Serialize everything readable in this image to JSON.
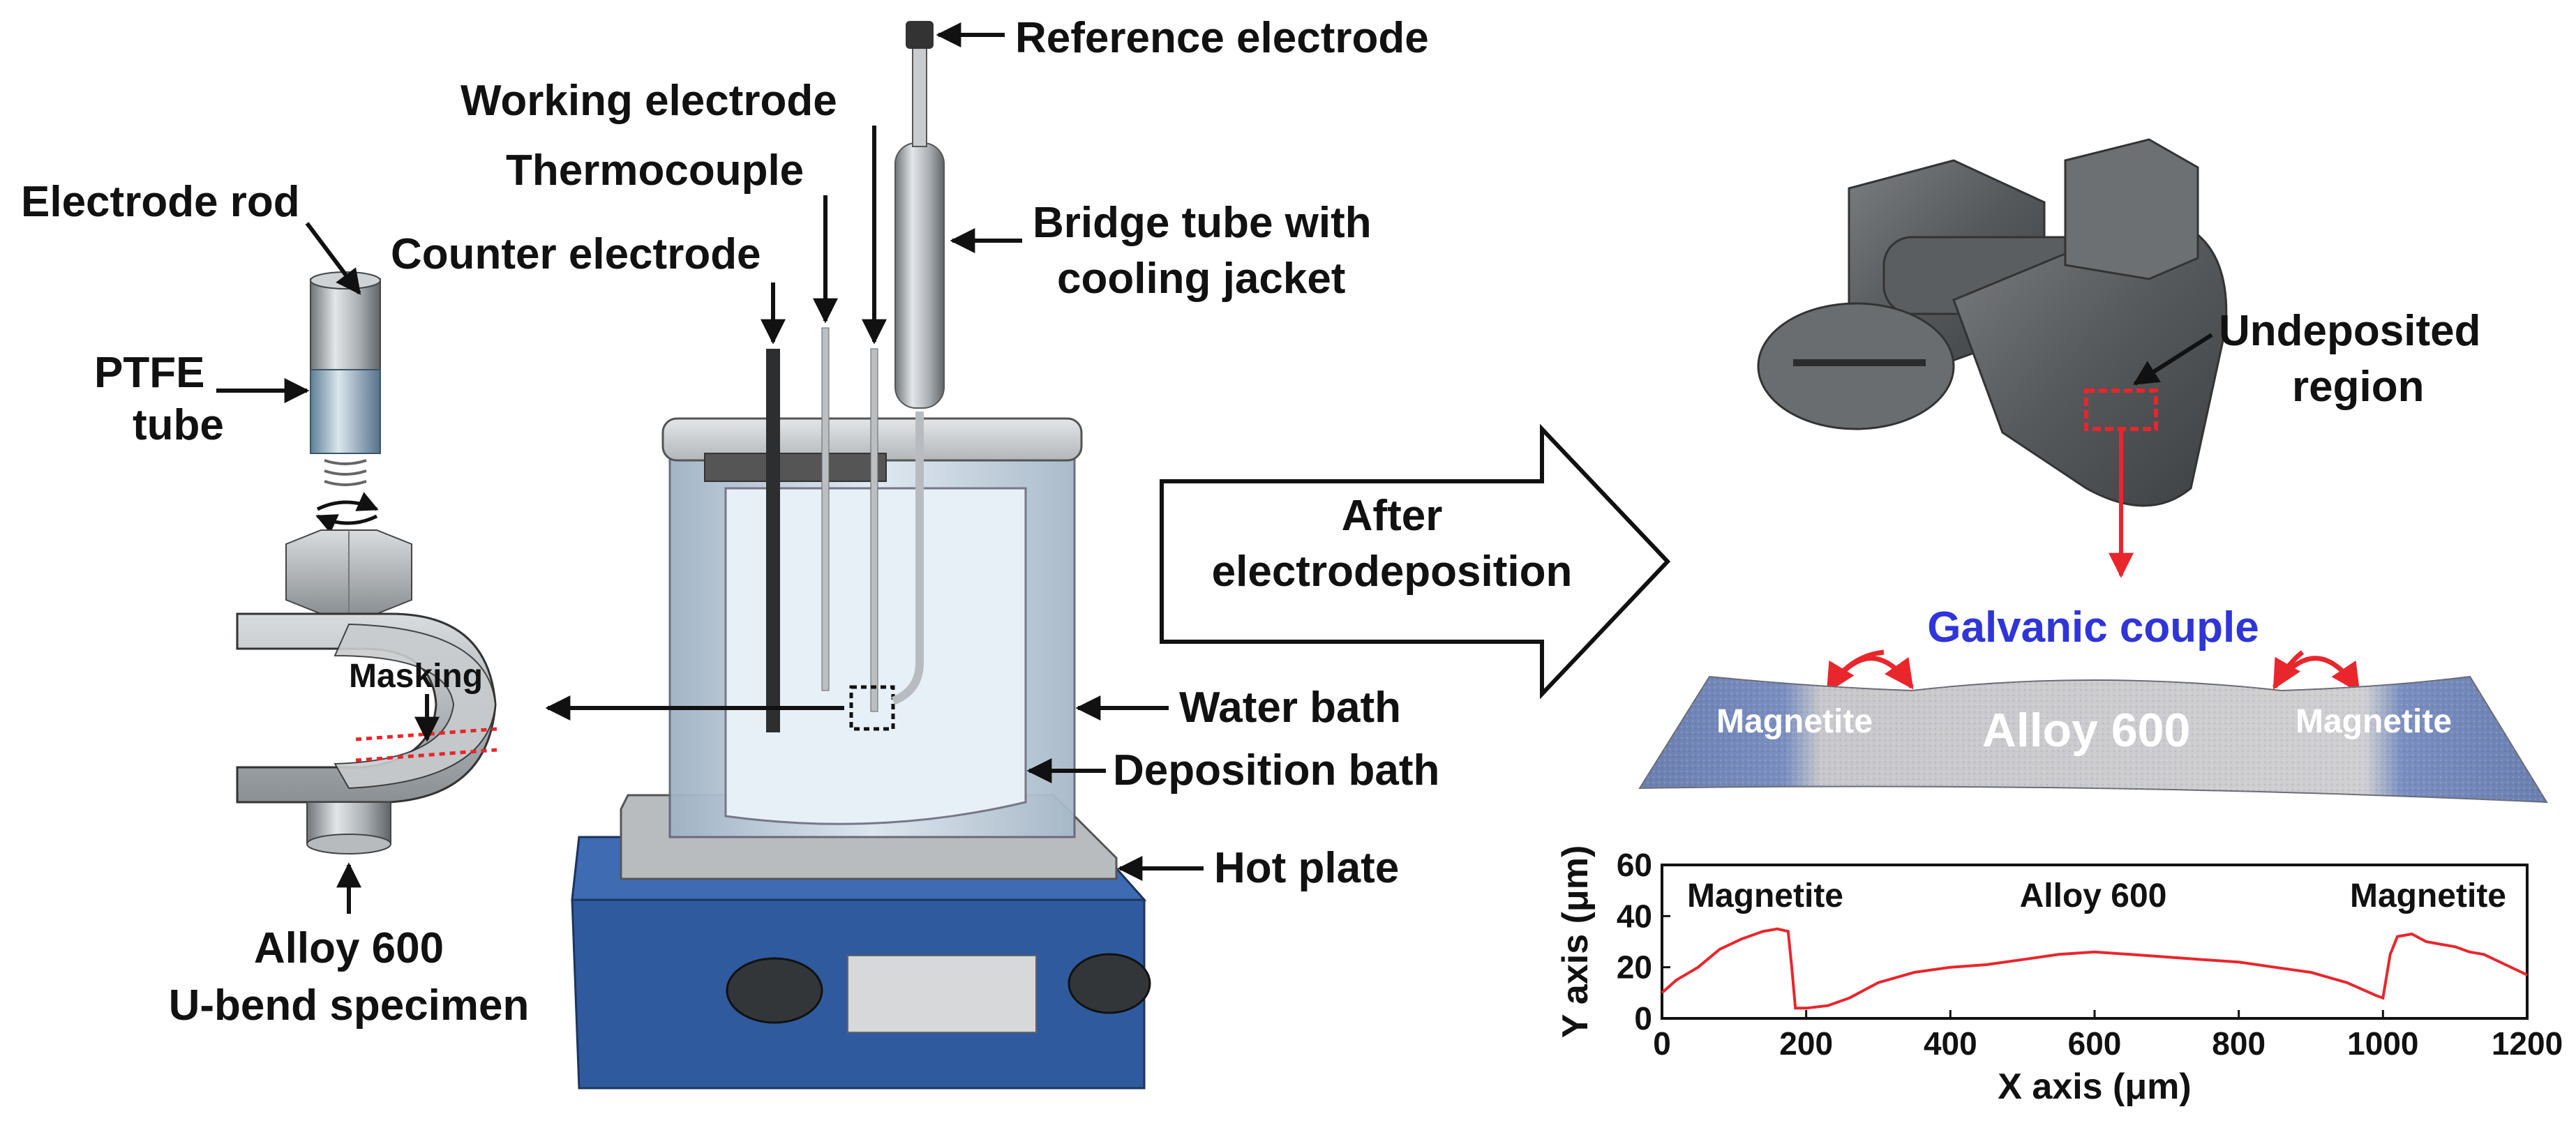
{
  "labels": {
    "reference_electrode": "Reference electrode",
    "working_electrode": "Working electrode",
    "thermocouple": "Thermocouple",
    "counter_electrode": "Counter electrode",
    "electrode_rod": "Electrode rod",
    "ptfe_line1": "PTFE",
    "ptfe_line2": "tube",
    "bridge_line1": "Bridge tube with",
    "bridge_line2": "cooling jacket",
    "masking": "Masking",
    "alloy_line1": "Alloy 600",
    "alloy_line2": "U-bend specimen",
    "water_bath": "Water bath",
    "deposition_bath": "Deposition bath",
    "hot_plate": "Hot plate",
    "after_line1": "After",
    "after_line2": "electrodeposition",
    "undeposited_line1": "Undeposited",
    "undeposited_line2": "region",
    "galvanic_couple": "Galvanic couple",
    "magnetite_left": "Magnetite",
    "magnetite_right": "Magnetite",
    "alloy_center": "Alloy 600"
  },
  "colors": {
    "galvanic": "#2f35d8",
    "profile": "#e8262c",
    "arrow_red": "#e8262c",
    "hotplate_base": "#2f5a9e"
  },
  "chart_data": {
    "type": "line",
    "title": "",
    "xlabel": "X axis (μm)",
    "ylabel": "Y axis (μm)",
    "xlim": [
      0,
      1200
    ],
    "ylim": [
      0,
      60
    ],
    "xticks": [
      0,
      200,
      400,
      600,
      800,
      1000,
      1200
    ],
    "yticks": [
      0,
      20,
      40,
      60
    ],
    "annotations": [
      "Magnetite",
      "Alloy 600",
      "Magnetite"
    ],
    "series": [
      {
        "x": [
          0,
          20,
          50,
          80,
          110,
          140,
          160,
          175,
          180,
          185,
          200,
          230,
          260,
          300,
          350,
          400,
          450,
          500,
          550,
          600,
          650,
          700,
          750,
          800,
          850,
          900,
          950,
          990,
          1000,
          1010,
          1020,
          1040,
          1060,
          1080,
          1100,
          1120,
          1140,
          1170,
          1200
        ],
        "y": [
          10,
          15,
          20,
          27,
          31,
          34,
          35,
          34,
          20,
          4,
          4,
          5,
          8,
          14,
          18,
          20,
          21,
          23,
          25,
          26,
          25,
          24,
          23,
          22,
          20,
          18,
          14,
          9,
          8,
          25,
          32,
          33,
          30,
          29,
          28,
          26,
          25,
          21,
          17
        ]
      }
    ]
  }
}
